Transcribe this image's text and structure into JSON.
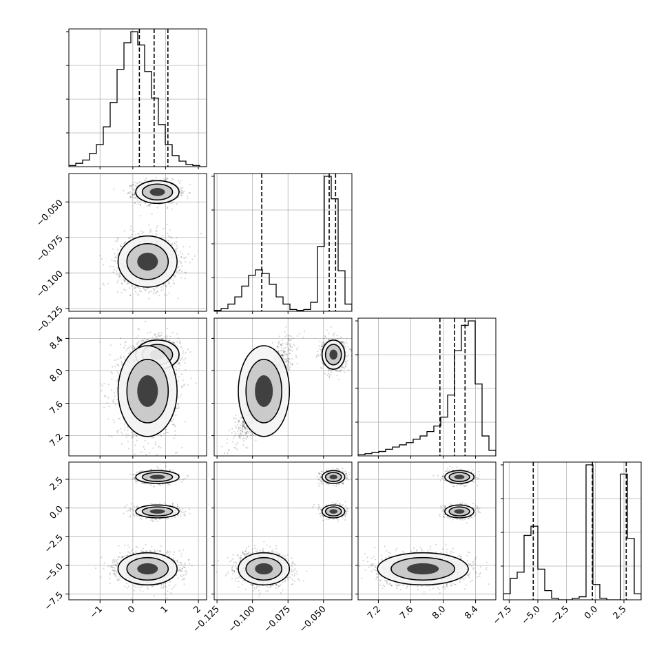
{
  "chart_data": {
    "type": "corner",
    "params": [
      {
        "ticks": [
          -1,
          0,
          1,
          2
        ],
        "tick_labels": [
          "−1",
          "0",
          "1",
          "2"
        ],
        "range": [
          -1.95,
          2.25
        ]
      },
      {
        "ticks": [
          -0.125,
          -0.1,
          -0.075,
          -0.05
        ],
        "tick_labels": [
          "−0.125",
          "−0.100",
          "−0.075",
          "−0.050"
        ],
        "range": [
          -0.127,
          -0.03
        ]
      },
      {
        "ticks": [
          7.2,
          7.6,
          8.0,
          8.4
        ],
        "tick_labels": [
          "7.2",
          "7.6",
          "8.0",
          "8.4"
        ],
        "range": [
          6.95,
          8.65
        ]
      },
      {
        "ticks": [
          -7.5,
          -5.0,
          -2.5,
          0.0,
          2.5
        ],
        "tick_labels": [
          "−7.5",
          "−5.0",
          "−2.5",
          "0.0",
          "2.5"
        ],
        "range": [
          -8.0,
          4.0
        ]
      }
    ],
    "histograms": [
      {
        "param": 0,
        "counts": [
          1,
          3,
          6,
          12,
          20,
          36,
          58,
          88,
          112,
          122,
          110,
          86,
          62,
          38,
          20,
          10,
          5,
          2,
          1,
          0
        ],
        "quantiles": [
          0.2,
          0.65,
          1.07
        ]
      },
      {
        "param": 1,
        "counts": [
          1,
          3,
          8,
          16,
          28,
          40,
          46,
          42,
          30,
          16,
          8,
          2,
          1,
          2,
          10,
          72,
          150,
          125,
          45,
          8
        ],
        "quantiles": [
          -0.0935,
          -0.046,
          -0.0415
        ]
      },
      {
        "param": 2,
        "counts": [
          1,
          2,
          3,
          4,
          6,
          8,
          10,
          12,
          15,
          18,
          22,
          27,
          35,
          55,
          95,
          118,
          122,
          65,
          18,
          5
        ],
        "quantiles": [
          7.96,
          8.14,
          8.27
        ]
      },
      {
        "param": 3,
        "counts": [
          4,
          14,
          18,
          42,
          48,
          20,
          6,
          1,
          0,
          0,
          1,
          2,
          88,
          10,
          1,
          0,
          0,
          82,
          40,
          4
        ],
        "quantiles": [
          -5.4,
          -0.25,
          2.7
        ]
      }
    ],
    "modes": [
      {
        "weight": 0.11,
        "mean": [
          0.75,
          -0.043,
          8.2,
          2.7
        ],
        "sd": [
          0.33,
          0.004,
          0.09,
          0.28
        ]
      },
      {
        "weight": 0.11,
        "mean": [
          0.75,
          -0.043,
          8.2,
          -0.3
        ],
        "sd": [
          0.33,
          0.004,
          0.09,
          0.28
        ]
      },
      {
        "weight": 0.28,
        "mean": [
          0.45,
          -0.092,
          7.75,
          -5.3
        ],
        "sd": [
          0.45,
          0.009,
          0.28,
          0.7
        ]
      }
    ]
  }
}
